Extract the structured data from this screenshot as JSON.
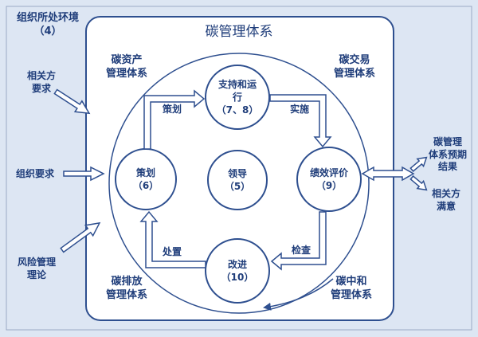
{
  "title": "碳管理体系",
  "context": {
    "line1": "组织所处环境",
    "line2": "（4）"
  },
  "inputs": {
    "stakeholders": {
      "line1": "相关方",
      "line2": "要求"
    },
    "org_requirements": "组织要求",
    "risk_theory": {
      "line1": "风险管理",
      "line2": "理论"
    }
  },
  "outputs": {
    "expected": {
      "line1": "碳管理",
      "line2": "体系预期",
      "line3": "结果"
    },
    "satisfaction": {
      "line1": "相关方",
      "line2": "满意"
    }
  },
  "corners": {
    "assets": {
      "line1": "碳资产",
      "line2": "管理体系"
    },
    "trading": {
      "line1": "碳交易",
      "line2": "管理体系"
    },
    "emission": {
      "line1": "碳排放",
      "line2": "管理体系"
    },
    "neutral": {
      "line1": "碳中和",
      "line2": "管理体系"
    }
  },
  "nodes": {
    "support": {
      "line1": "支持和运",
      "line2": "行",
      "line3": "（7、8）"
    },
    "planning": {
      "line1": "策划",
      "line2": "（6）"
    },
    "leadership": {
      "line1": "领导",
      "line2": "（5）"
    },
    "performance": {
      "line1": "绩效评价",
      "line2": "（9）"
    },
    "improvement": {
      "line1": "改进",
      "line2": "（10）"
    }
  },
  "flows": {
    "plan": "策划",
    "implement": "实施",
    "check": "检查",
    "act": "处置"
  },
  "colors": {
    "stroke": "#2e4f8f",
    "text": "#1f3d7a",
    "background": "#dde6f3",
    "fill": "#ffffff"
  }
}
